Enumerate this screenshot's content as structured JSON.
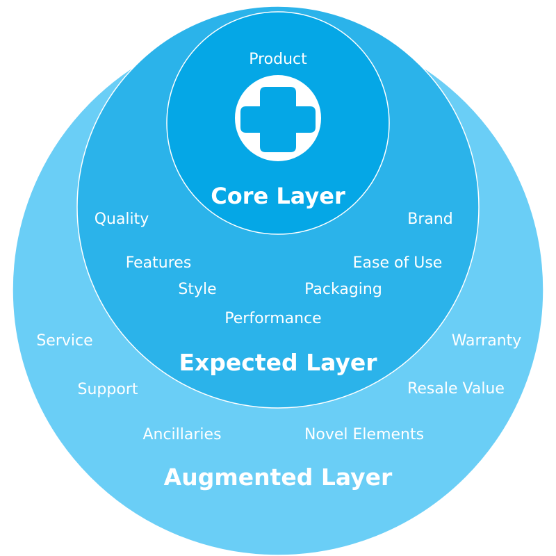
{
  "colors": {
    "outer": "#6acef6",
    "middle": "#2bb3ea",
    "core": "#05a7e6",
    "text": "#ffffff"
  },
  "icons": {
    "product": "plus-icon"
  },
  "core": {
    "top_label": "Product",
    "title": "Core Layer"
  },
  "expected": {
    "title": "Expected Layer",
    "items": [
      "Quality",
      "Brand",
      "Features",
      "Ease of Use",
      "Style",
      "Packaging",
      "Performance"
    ]
  },
  "augmented": {
    "title": "Augmented Layer",
    "items": [
      "Service",
      "Warranty",
      "Support",
      "Resale Value",
      "Ancillaries",
      "Novel Elements"
    ]
  }
}
